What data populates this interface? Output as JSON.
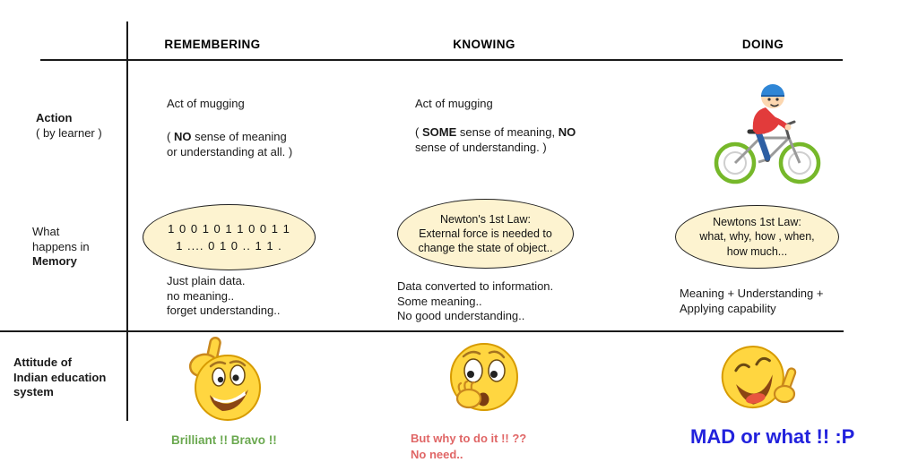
{
  "title": "Remembering vs Knowing vs Doing comparison diagram",
  "colors": {
    "bubble_fill": "#fdf3d0",
    "bubble_border": "#222222",
    "caption_green": "#6aa84f",
    "caption_red": "#e06666",
    "caption_blue": "#2222dd",
    "line_color": "#1a1a1a"
  },
  "headers": {
    "remembering": "REMEMBERING",
    "knowing": "KNOWING",
    "doing": "DOING"
  },
  "row_labels": {
    "action": {
      "title": "Action",
      "subtitle": "( by learner )"
    },
    "memory": {
      "l1": "What",
      "l2": "happens in",
      "l3": "Memory"
    },
    "attitude": [
      "Attitude of",
      "Indian education",
      "system"
    ]
  },
  "remembering": {
    "action_title": "Act of mugging",
    "note": {
      "p1": "( ",
      "b1": "NO",
      "p2": " sense of meaning",
      "p3": "or understanding at all. )"
    },
    "bubble": [
      "1 0 0 1 0 1 1 0 0 1 1",
      "1 .... 0 1 0 .. 1 1 ."
    ],
    "result": [
      "Just plain data.",
      "no meaning..",
      "forget understanding.."
    ],
    "emoji": "thumbs-up-smiley",
    "caption": "Brilliant !! Bravo !!"
  },
  "knowing": {
    "action_title": "Act of mugging",
    "note": {
      "p1": "( ",
      "b1": "SOME",
      "p2": " sense of meaning, ",
      "b2": "NO",
      "p3": "sense of understanding. )"
    },
    "bubble": [
      "Newton's 1st Law:",
      "External force is needed  to",
      "change the state of object.."
    ],
    "result": [
      "Data converted to information.",
      "Some meaning..",
      "No good understanding.."
    ],
    "emoji": "shocked-smiley",
    "caption": [
      "But why to do it  !! ??",
      "No need.."
    ]
  },
  "doing": {
    "illustration": "kid-riding-bicycle",
    "bubble": [
      "Newtons 1st Law:",
      "what, why, how , when,",
      "how much..."
    ],
    "result": [
      "Meaning + Understanding +",
      "Applying capability"
    ],
    "emoji": "laughing-pointing-smiley",
    "caption": "MAD or what !! :P"
  }
}
